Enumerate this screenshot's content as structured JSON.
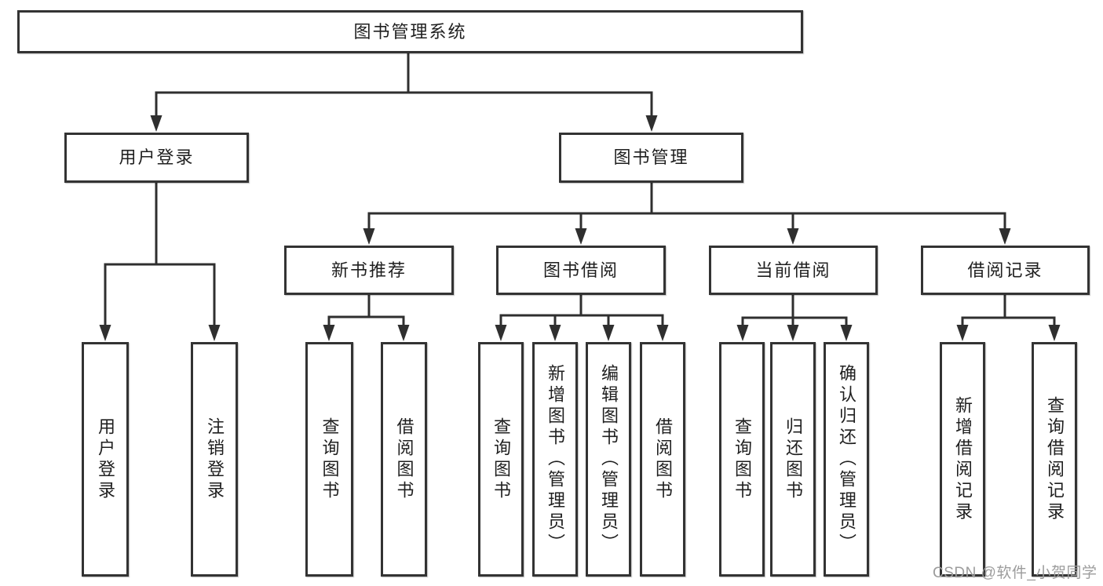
{
  "tree": {
    "root": {
      "label": "图书管理系统",
      "children": [
        {
          "label": "用户登录",
          "children": [
            {
              "label": "用户登录"
            },
            {
              "label": "注销登录"
            }
          ]
        },
        {
          "label": "图书管理",
          "children": [
            {
              "label": "新书推荐",
              "children": [
                {
                  "label": "查询图书"
                },
                {
                  "label": "借阅图书"
                }
              ]
            },
            {
              "label": "图书借阅",
              "children": [
                {
                  "label": "查询图书"
                },
                {
                  "label": "新增图书（管理员）"
                },
                {
                  "label": "编辑图书（管理员）"
                },
                {
                  "label": "借阅图书"
                }
              ]
            },
            {
              "label": "当前借阅",
              "children": [
                {
                  "label": "查询图书"
                },
                {
                  "label": "归还图书"
                },
                {
                  "label": "确认归还（管理员）"
                }
              ]
            },
            {
              "label": "借阅记录",
              "children": [
                {
                  "label": "新增借阅记录"
                },
                {
                  "label": "查询借阅记录"
                }
              ]
            }
          ]
        }
      ]
    }
  },
  "watermark": {
    "text": "CSDN @软件_小贺同学"
  },
  "colors": {
    "line": "#2f2f2f",
    "border": "#333333",
    "text": "#1f1f1f",
    "watermark": "#9c9c9c",
    "background": "#ffffff"
  }
}
